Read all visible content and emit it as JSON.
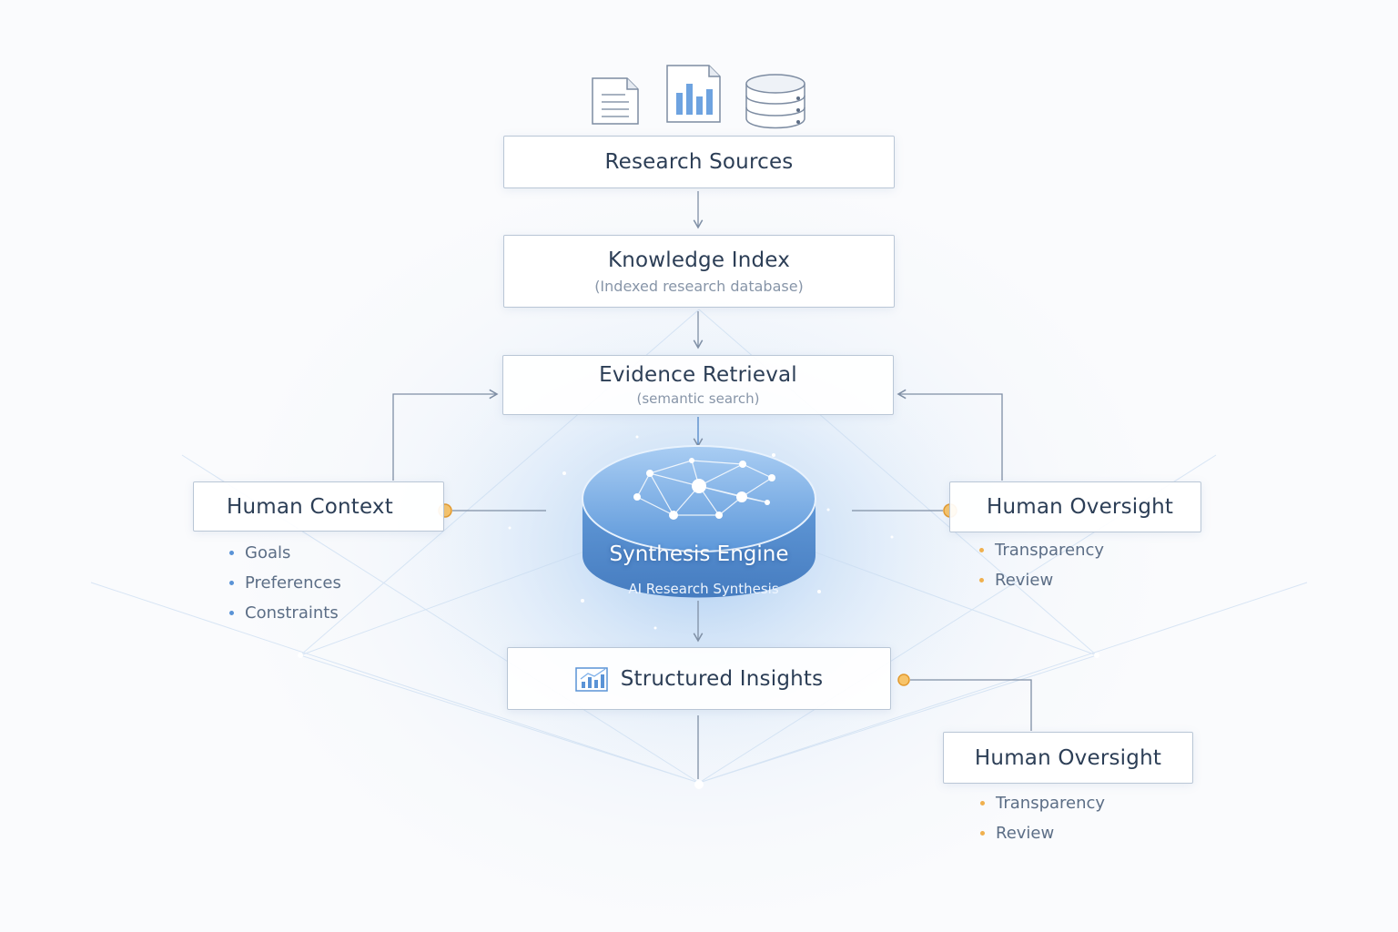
{
  "sources_icons": [
    "document-icon",
    "bar-chart-document-icon",
    "database-icon"
  ],
  "nodes": {
    "research_sources": {
      "title": "Research Sources"
    },
    "knowledge_index": {
      "title": "Knowledge Index",
      "subtitle": "(Indexed research database)"
    },
    "evidence_retrieval": {
      "title": "Evidence Retrieval",
      "subtitle": "(semantic search)"
    },
    "synthesis_engine": {
      "title": "Synthesis Engine",
      "subtitle": "AI Research Synthesis"
    },
    "structured_insights": {
      "title": "Structured Insights",
      "icon": "insights-chart-icon"
    },
    "human_context": {
      "title": "Human Context",
      "items": [
        "Goals",
        "Preferences",
        "Constraints"
      ]
    },
    "human_oversight_top": {
      "title": "Human Oversight",
      "items": [
        "Transparency",
        "Review"
      ]
    },
    "human_oversight_bottom": {
      "title": "Human Oversight",
      "items": [
        "Transparency",
        "Review"
      ]
    }
  },
  "colors": {
    "accent_blue": "#5a93d6",
    "connector_orange": "#f0b04e",
    "box_border": "#b9c6d6",
    "text_dark": "#2c3e56"
  }
}
